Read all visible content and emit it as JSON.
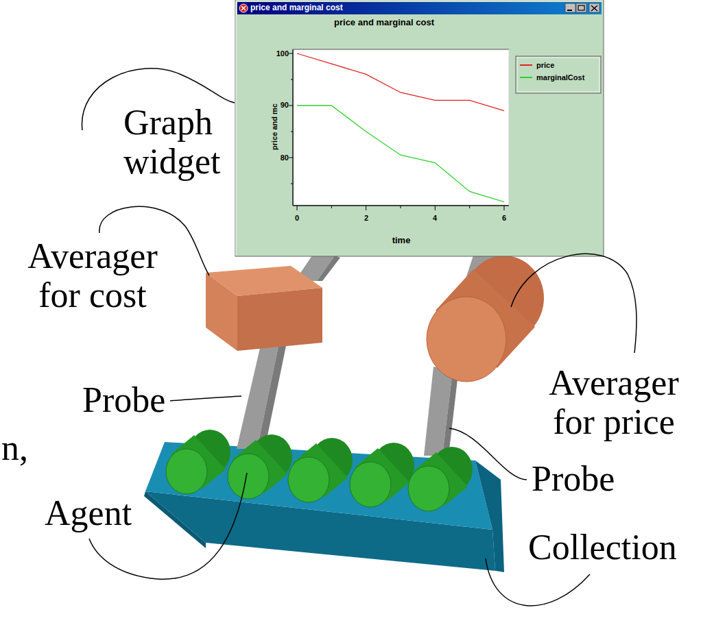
{
  "diagram": {
    "nodes": [
      {
        "text": [
          "price and marginal cost",
          "price and marginal cost"
        ]
      }
    ],
    "labels": [
      "100",
      "90",
      "80",
      "price and mc",
      "0",
      "2",
      "4",
      "6",
      "time",
      "Graph widget",
      "Averager for cost",
      "Probe",
      "Averager for price",
      "Probe",
      "Agent",
      "Collection",
      "n,"
    ],
    "legend": [
      {
        "text": "price",
        "color": "#e02020"
      },
      {
        "text": "marginalCost",
        "color": "#30d030"
      }
    ]
  }
}
